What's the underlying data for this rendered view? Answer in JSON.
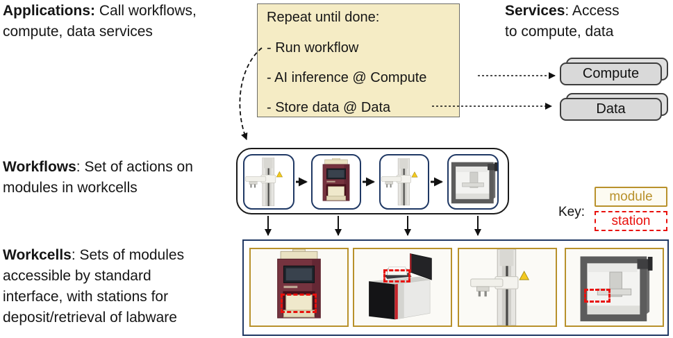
{
  "colors": {
    "gold": "#B8912B",
    "station_red": "#E8100C",
    "navy": "#203864",
    "note_fill": "#F5ECC5",
    "service_fill": "#D9D9D9"
  },
  "applications": {
    "term": "Applications:",
    "line1_rest": " Call workflows,",
    "line2": "compute, data services"
  },
  "services_label": {
    "term": "Services",
    "line1_rest": ": Access",
    "line2": "to compute, data"
  },
  "workflows_label": {
    "term": "Workflows",
    "line1_rest": ": Set of actions on",
    "line2": "modules in workcells"
  },
  "workcells_label": {
    "term": "Workcells",
    "line1_rest": ": Sets of modules",
    "line2": "accessible by standard",
    "line3": "interface, with stations for",
    "line4": "deposit/retrieval of labware"
  },
  "repeat_box": {
    "title": "Repeat until done:",
    "items": [
      "- Run workflow",
      "- AI inference @ Compute",
      "- Store data @ Data"
    ]
  },
  "service_boxes": {
    "compute": "Compute",
    "data": "Data"
  },
  "key": {
    "label": "Key:",
    "module": "module",
    "station": "station"
  },
  "workflow_box": {
    "modules": [
      "rail-robot",
      "plate-sealer",
      "rail-robot",
      "frame-robot"
    ]
  },
  "workcells_box": {
    "instruments": [
      "plate-sealer",
      "plate-reader",
      "rail-robot",
      "frame-robot"
    ]
  }
}
